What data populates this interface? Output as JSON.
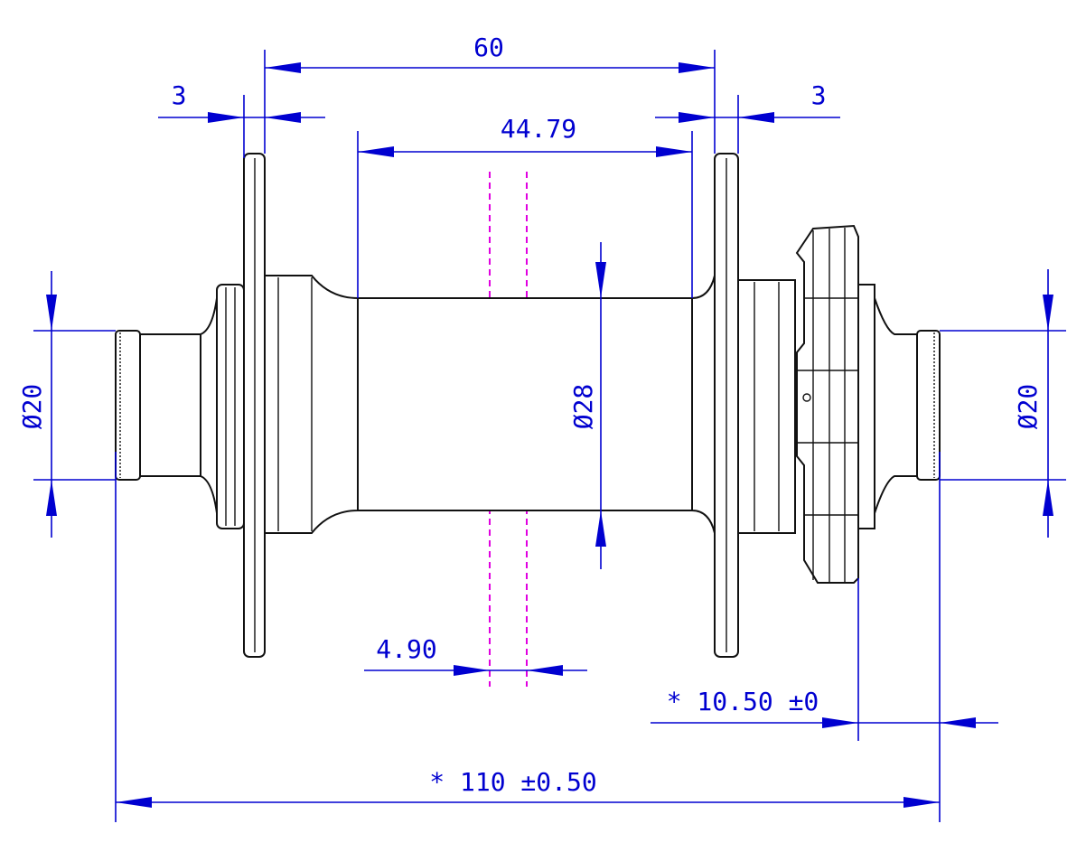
{
  "title": "Front hub dimension drawing",
  "colors": {
    "dimension": "#0000d0",
    "outline": "#111111",
    "centerline": "#e000e0"
  },
  "dimensions": {
    "overall_flange_span": "60",
    "left_flange_thickness": "3",
    "right_flange_thickness": "3",
    "body_length": "44.79",
    "left_axle_diameter": "Ø20",
    "body_diameter": "Ø28",
    "right_axle_diameter": "Ø20",
    "centerline_offset": "4.90",
    "rotor_offset": "* 10.50 ±0",
    "overall_width": "* 110 ±0.50"
  }
}
